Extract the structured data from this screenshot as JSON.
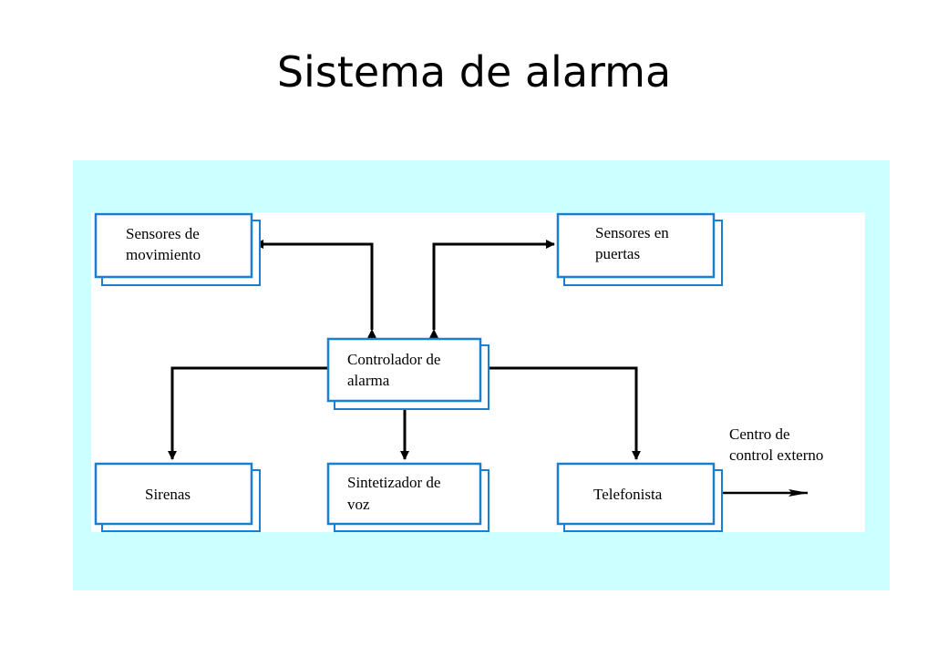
{
  "title": "Sistema de alarma",
  "colors": {
    "panel_background": "#ccffff",
    "box_border": "#1a7fd0",
    "box_shadow": "#1a7fd0",
    "arrow": "#000000"
  },
  "boxes": {
    "sensores_movimiento": [
      "Sensores de",
      "movimiento"
    ],
    "sensores_puertas": [
      "Sensores en",
      "puertas"
    ],
    "controlador": [
      "Controlador de",
      "alarma"
    ],
    "sirenas": [
      "Sirenas"
    ],
    "sintetizador": [
      "Sintetizador de",
      "voz"
    ],
    "telefonista": [
      "Telefonista"
    ]
  },
  "external": [
    "Centro de",
    "control externo"
  ]
}
